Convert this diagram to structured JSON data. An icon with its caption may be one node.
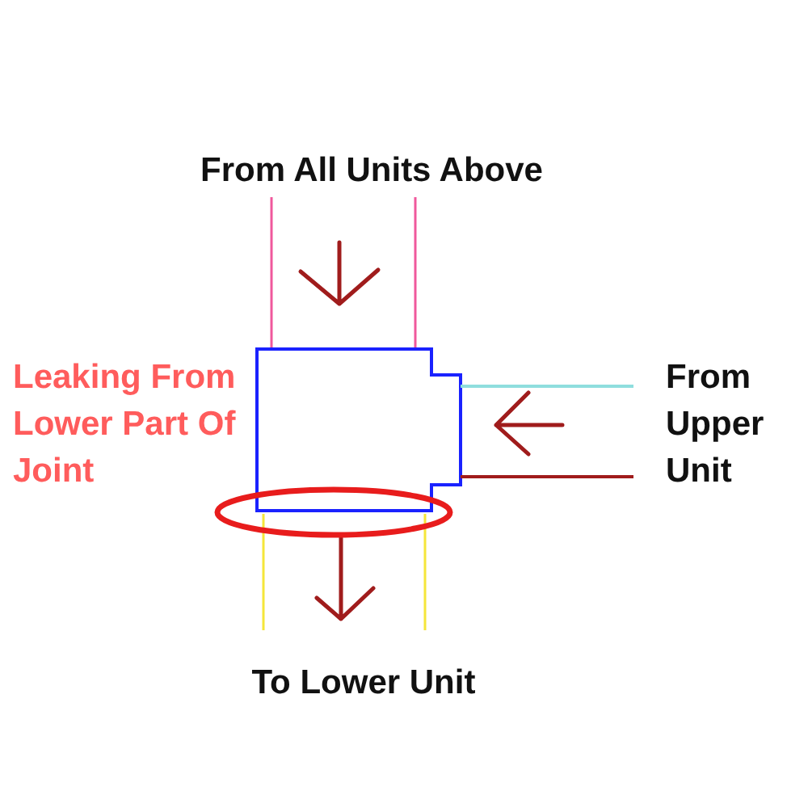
{
  "diagram": {
    "labels": [
      "From All Units Above",
      "Leaking From Lower Part Of Joint",
      "From Upper Unit",
      "To Lower Unit"
    ]
  }
}
